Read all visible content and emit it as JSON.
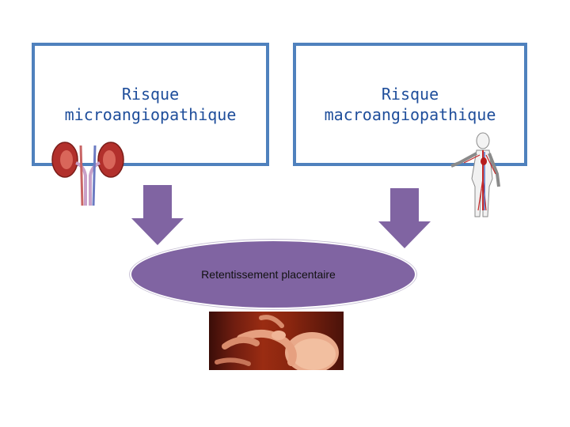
{
  "diagram": {
    "box_left_title": "Risque\nmicroangiopathique",
    "box_right_title": "Risque\nmacroangiopathique",
    "center_label": "Retentissement placentaire"
  },
  "icons": {
    "left_illustration": "kidneys-icon",
    "right_illustration": "circulatory-system-icon",
    "bottom_image": "fetus-image",
    "arrows": "down-arrow-icon"
  },
  "colors": {
    "box_border": "#4f81bd",
    "box_text": "#1f4e9b",
    "arrow_fill": "#8064a2",
    "ellipse_fill": "#8064a2"
  }
}
